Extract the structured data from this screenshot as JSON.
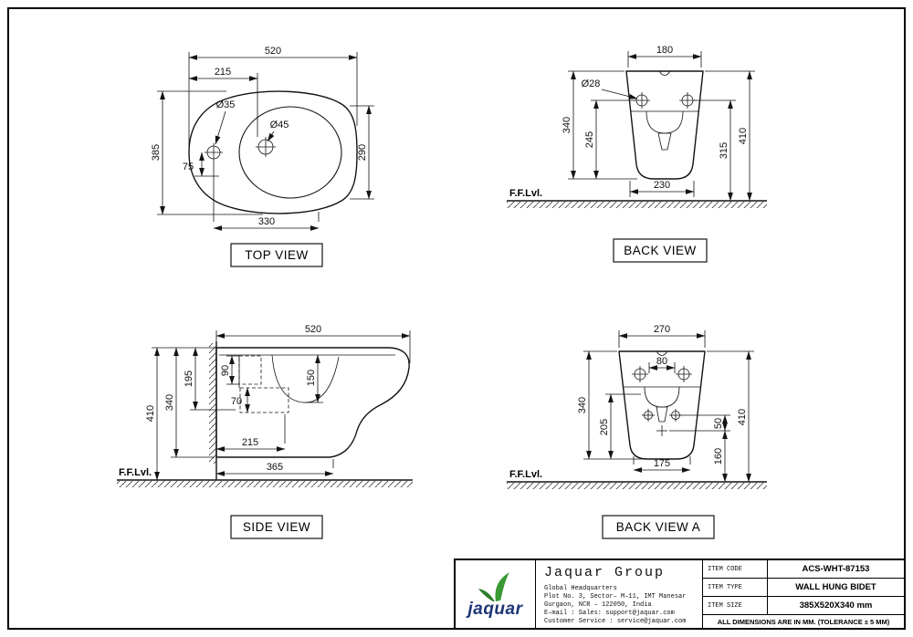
{
  "views": {
    "top": {
      "label": "TOP VIEW",
      "dims": {
        "width_total": "520",
        "width_left": "215",
        "hole_left": "Ø35",
        "hole_center": "Ø45",
        "depth_total": "385",
        "hole_offset": "75",
        "depth_right": "290",
        "width_bottom": "330"
      }
    },
    "back": {
      "label": "BACK VIEW",
      "ffl_label": "F.F.Lvl.",
      "dims": {
        "width_top": "180",
        "hole_mount": "Ø28",
        "height_body": "340",
        "height_mid": "245",
        "height_rim_floor": "315",
        "height_total": "410",
        "width_bottom": "230"
      }
    },
    "side": {
      "label": "SIDE VIEW",
      "ffl_label": "F.F.Lvl.",
      "dims": {
        "depth_total": "520",
        "inlet_height": "90",
        "back_depth": "195",
        "bowl_depth": "150",
        "height_body": "340",
        "height_total": "410",
        "trap_height": "70",
        "trap_depth": "215",
        "base_depth": "365"
      }
    },
    "back_a": {
      "label": "BACK VIEW A",
      "ffl_label": "F.F.Lvl.",
      "dims": {
        "width_top": "270",
        "hole_spacing": "80",
        "height_body": "340",
        "drain_height": "205",
        "height_total": "410",
        "offset_upper": "50",
        "offset_lower": "160",
        "width_bottom": "175"
      }
    }
  },
  "title_block": {
    "brand": "jaquar",
    "company": "Jaquar Group",
    "address_lines": [
      "Global Headquarters",
      "Plot No. 3, Sector– M–11, IMT Manesar",
      "Gurgaon, NCR – 122050, India",
      "E–mail : Sales: support@jaquar.com",
      "Customer Service : service@jaquar.com"
    ],
    "fields": [
      {
        "label": "ITEM CODE",
        "value": "ACS-WHT-87153"
      },
      {
        "label": "ITEM TYPE",
        "value": "WALL HUNG BIDET"
      },
      {
        "label": "ITEM SIZE",
        "value": "385X520X340 mm"
      }
    ],
    "note": "ALL DIMENSIONS ARE IN MM. (TOLERANCE ± 5 MM)"
  }
}
